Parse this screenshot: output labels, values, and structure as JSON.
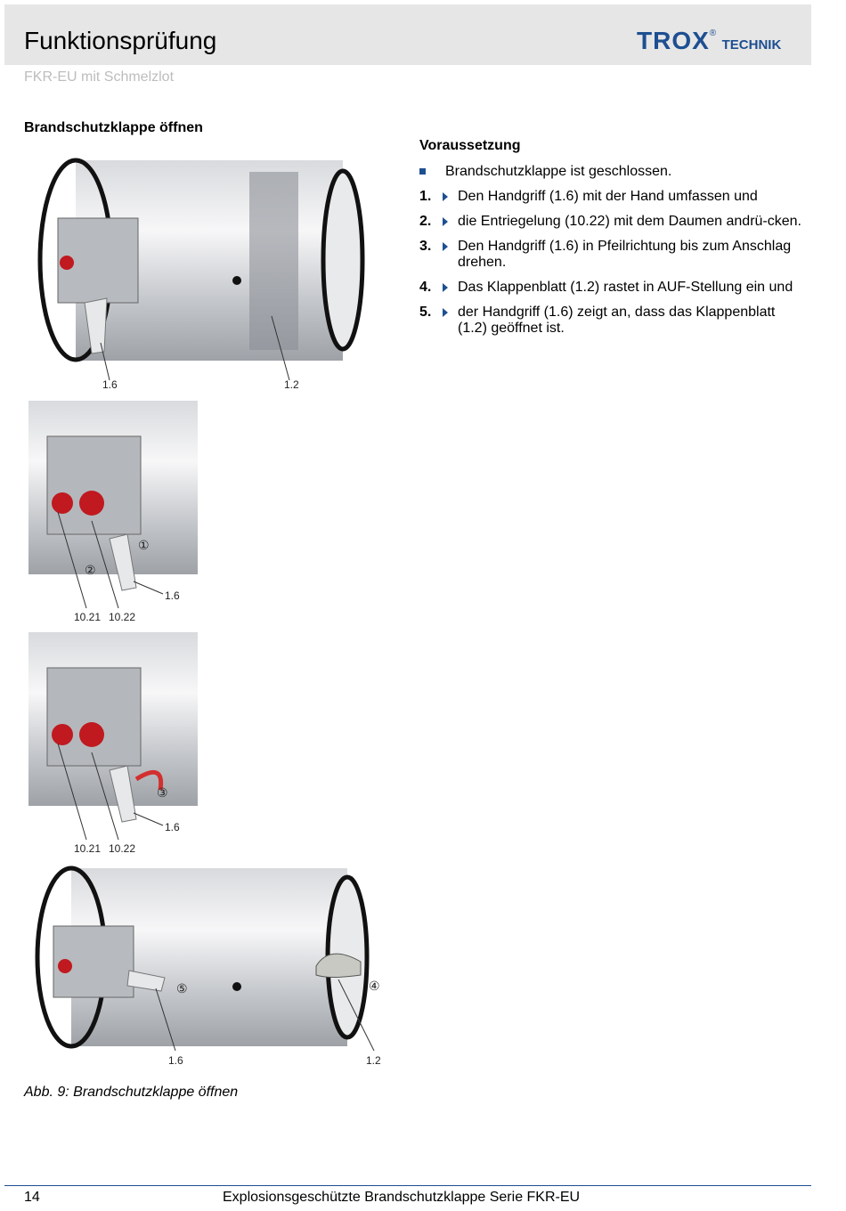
{
  "header": {
    "title": "Funktionsprüfung",
    "logo": {
      "brand": "TROX",
      "registered": "®",
      "suffix": "TECHNIK"
    },
    "subtitle": "FKR-EU mit Schmelzlot"
  },
  "section": {
    "heading": "Brandschutzklappe öffnen"
  },
  "prerequisite": {
    "heading": "Voraussetzung",
    "bullet": "Brandschutzklappe ist geschlossen."
  },
  "steps": [
    {
      "num": "1.",
      "text": "Den Handgriff (1.6) mit der Hand umfassen und"
    },
    {
      "num": "2.",
      "text": "die Entriegelung (10.22) mit dem Daumen andrü-cken."
    },
    {
      "num": "3.",
      "text": "Den Handgriff (1.6) in Pfeilrichtung bis zum Anschlag drehen."
    },
    {
      "num": "4.",
      "text": "Das Klappenblatt (1.2) rastet in AUF-Stellung ein und"
    },
    {
      "num": "5.",
      "text": "der Handgriff (1.6) zeigt an, dass das Klappenblatt (1.2) geöffnet ist."
    }
  ],
  "figures": {
    "fig1": {
      "label_a": "1.6",
      "label_b": "1.2"
    },
    "fig2": {
      "callout_1": "①",
      "callout_2": "②",
      "label_a": "1.6",
      "label_b": "10.21",
      "label_c": "10.22"
    },
    "fig3": {
      "callout_3": "③",
      "label_a": "1.6",
      "label_b": "10.21",
      "label_c": "10.22"
    },
    "fig4": {
      "callout_4": "④",
      "callout_5": "⑤",
      "label_a": "1.6",
      "label_b": "1.2"
    }
  },
  "caption": "Abb. 9: Brandschutzklappe öffnen",
  "footer": {
    "page": "14",
    "title": "Explosionsgeschützte Brandschutzklappe Serie FKR-EU"
  }
}
